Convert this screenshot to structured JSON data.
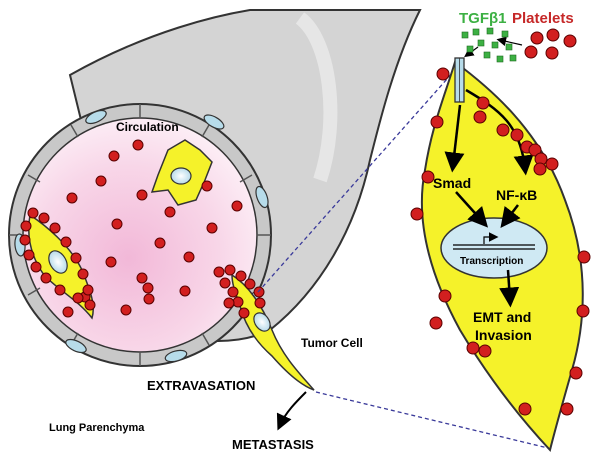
{
  "labels": {
    "tgfb1": "TGFβ1",
    "platelets": "Platelets",
    "circulation": "Circulation",
    "smad": "Smad",
    "nfkb": "NF-κB",
    "transcription": "Transcription",
    "emt_line1": "EMT and",
    "emt_line2": "Invasion",
    "tumor_cell": "Tumor Cell",
    "extravasation": "EXTRAVASATION",
    "lung_parenchyma": "Lung Parenchyma",
    "metastasis": "METASTASIS"
  },
  "colors": {
    "tgfb1": "#3cb043",
    "platelets": "#c62828",
    "platelet_fill": "#d21f1f",
    "cell_fill": "#f5f22a",
    "vessel_gray": "#d9d9d9",
    "lumen_pink": "#f6c6e0",
    "nucleus_blue": "#b7dcea",
    "dashed_line": "#3a3a9a"
  }
}
